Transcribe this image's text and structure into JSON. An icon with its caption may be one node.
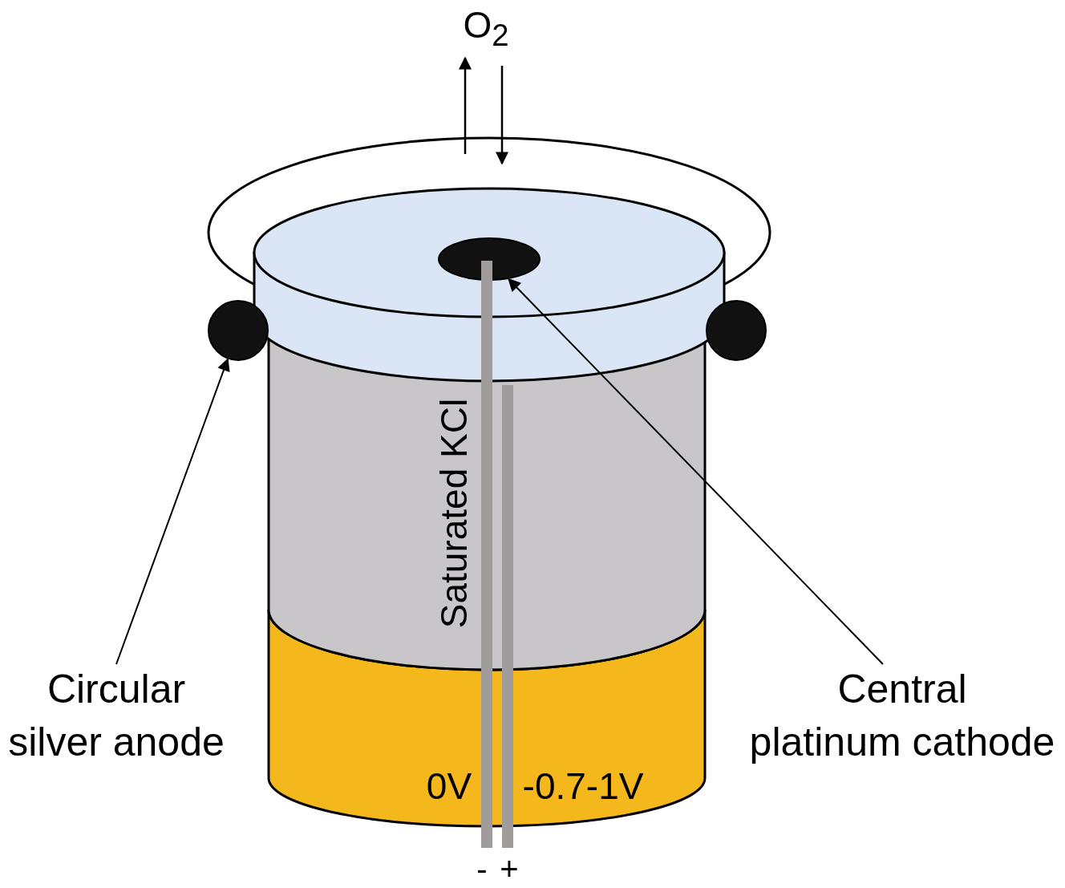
{
  "diagram": {
    "nodes": [
      {
        "text": [
          "Circular silver anode"
        ]
      },
      {
        "text": [],
        "shape": "circle"
      },
      {
        "text": [
          "Central platinum cathode"
        ]
      },
      {
        "text": [],
        "shape": "circle"
      },
      {
        "text": [],
        "shape": "circle"
      }
    ],
    "edges": [
      {
        "from": 0,
        "to": 1,
        "arrow": "to"
      },
      {
        "from": 2,
        "to": 3,
        "arrow": "to"
      }
    ],
    "labels": [
      "O$_{2}$",
      "Saturated KCl",
      "0V",
      "-0.7-1V",
      "-",
      "+"
    ]
  }
}
